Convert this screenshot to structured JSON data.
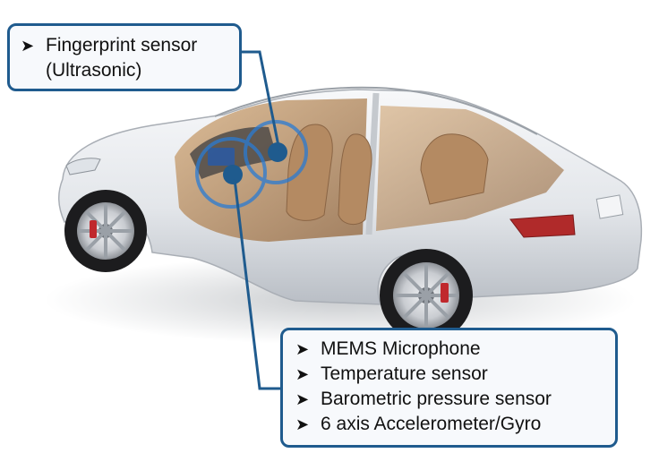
{
  "callouts": {
    "top": {
      "bullet_icon": "arrow-bullet-icon",
      "items": [
        {
          "text": "Fingerprint sensor",
          "continuation": "(Ultrasonic)"
        }
      ]
    },
    "bottom": {
      "bullet_icon": "arrow-bullet-icon",
      "items": [
        {
          "text": "MEMS Microphone"
        },
        {
          "text": "Temperature sensor"
        },
        {
          "text": "Barometric pressure sensor"
        },
        {
          "text": "6 axis Accelerometer/Gyro"
        }
      ]
    }
  },
  "colors": {
    "callout_border": "#1f5b8e",
    "leader_line": "#1f5b8e",
    "highlight_ring": "#2a7bd3",
    "car_body": "#eceef1",
    "interior": "#c9a37a"
  },
  "image": {
    "subject": "car-cutaway-illustration"
  }
}
